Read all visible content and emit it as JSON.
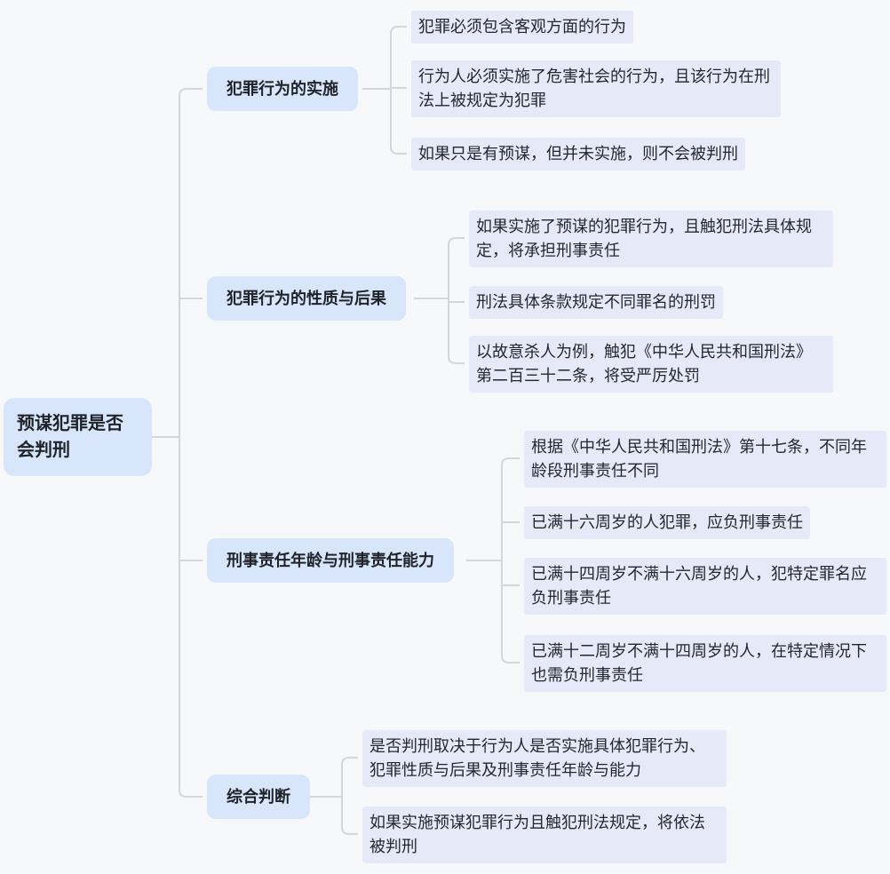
{
  "title": "预谋犯罪是否会判刑思维导图",
  "colors": {
    "page_background": "#f7f8fa",
    "primary_node_fill": "#d8e6fb",
    "leaf_node_fill": "#e6eaf8",
    "connector_line": "#d4d6da",
    "text": "#1f2329"
  },
  "root": {
    "label": "预谋犯罪是否会判刑"
  },
  "branches": [
    {
      "label": "犯罪行为的实施",
      "children": [
        "犯罪必须包含客观方面的行为",
        "行为人必须实施了危害社会的行为，且该行为在刑法上被规定为犯罪",
        "如果只是有预谋，但并未实施，则不会被判刑"
      ]
    },
    {
      "label": "犯罪行为的性质与后果",
      "children": [
        "如果实施了预谋的犯罪行为，且触犯刑法具体规定，将承担刑事责任",
        "刑法具体条款规定不同罪名的刑罚",
        "以故意杀人为例，触犯《中华人民共和国刑法》第二百三十二条，将受严厉处罚"
      ]
    },
    {
      "label": "刑事责任年龄与刑事责任能力",
      "children": [
        "根据《中华人民共和国刑法》第十七条，不同年龄段刑事责任不同",
        "已满十六周岁的人犯罪，应负刑事责任",
        "已满十四周岁不满十六周岁的人，犯特定罪名应负刑事责任",
        "已满十二周岁不满十四周岁的人，在特定情况下也需负刑事责任"
      ]
    },
    {
      "label": "综合判断",
      "children": [
        "是否判刑取决于行为人是否实施具体犯罪行为、犯罪性质与后果及刑事责任年龄与能力",
        "如果实施预谋犯罪行为且触犯刑法规定，将依法被判刑"
      ]
    }
  ]
}
